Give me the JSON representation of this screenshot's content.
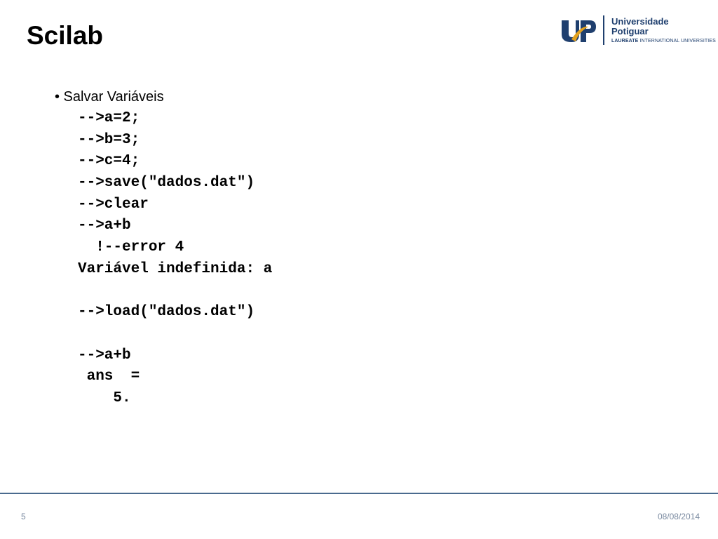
{
  "slide": {
    "title": "Scilab",
    "bullet": "• Salvar Variáveis",
    "code_lines": [
      "-->a=2;",
      "-->b=3;",
      "-->c=4;",
      "-->save(\"dados.dat\")",
      "-->clear",
      "-->a+b",
      "  !--error 4",
      "Variável indefinida: a",
      "",
      "-->load(\"dados.dat\")",
      "",
      "-->a+b",
      " ans  =",
      "    5."
    ]
  },
  "logo": {
    "line1": "Universidade",
    "line2": "Potiguar",
    "tagline_bold": "LAUREATE",
    "tagline_rest": " INTERNATIONAL UNIVERSITIES",
    "colors": {
      "navy": "#1f3f6e",
      "gold": "#e3a11d"
    }
  },
  "footer": {
    "page_number": "5",
    "date": "08/08/2014"
  }
}
